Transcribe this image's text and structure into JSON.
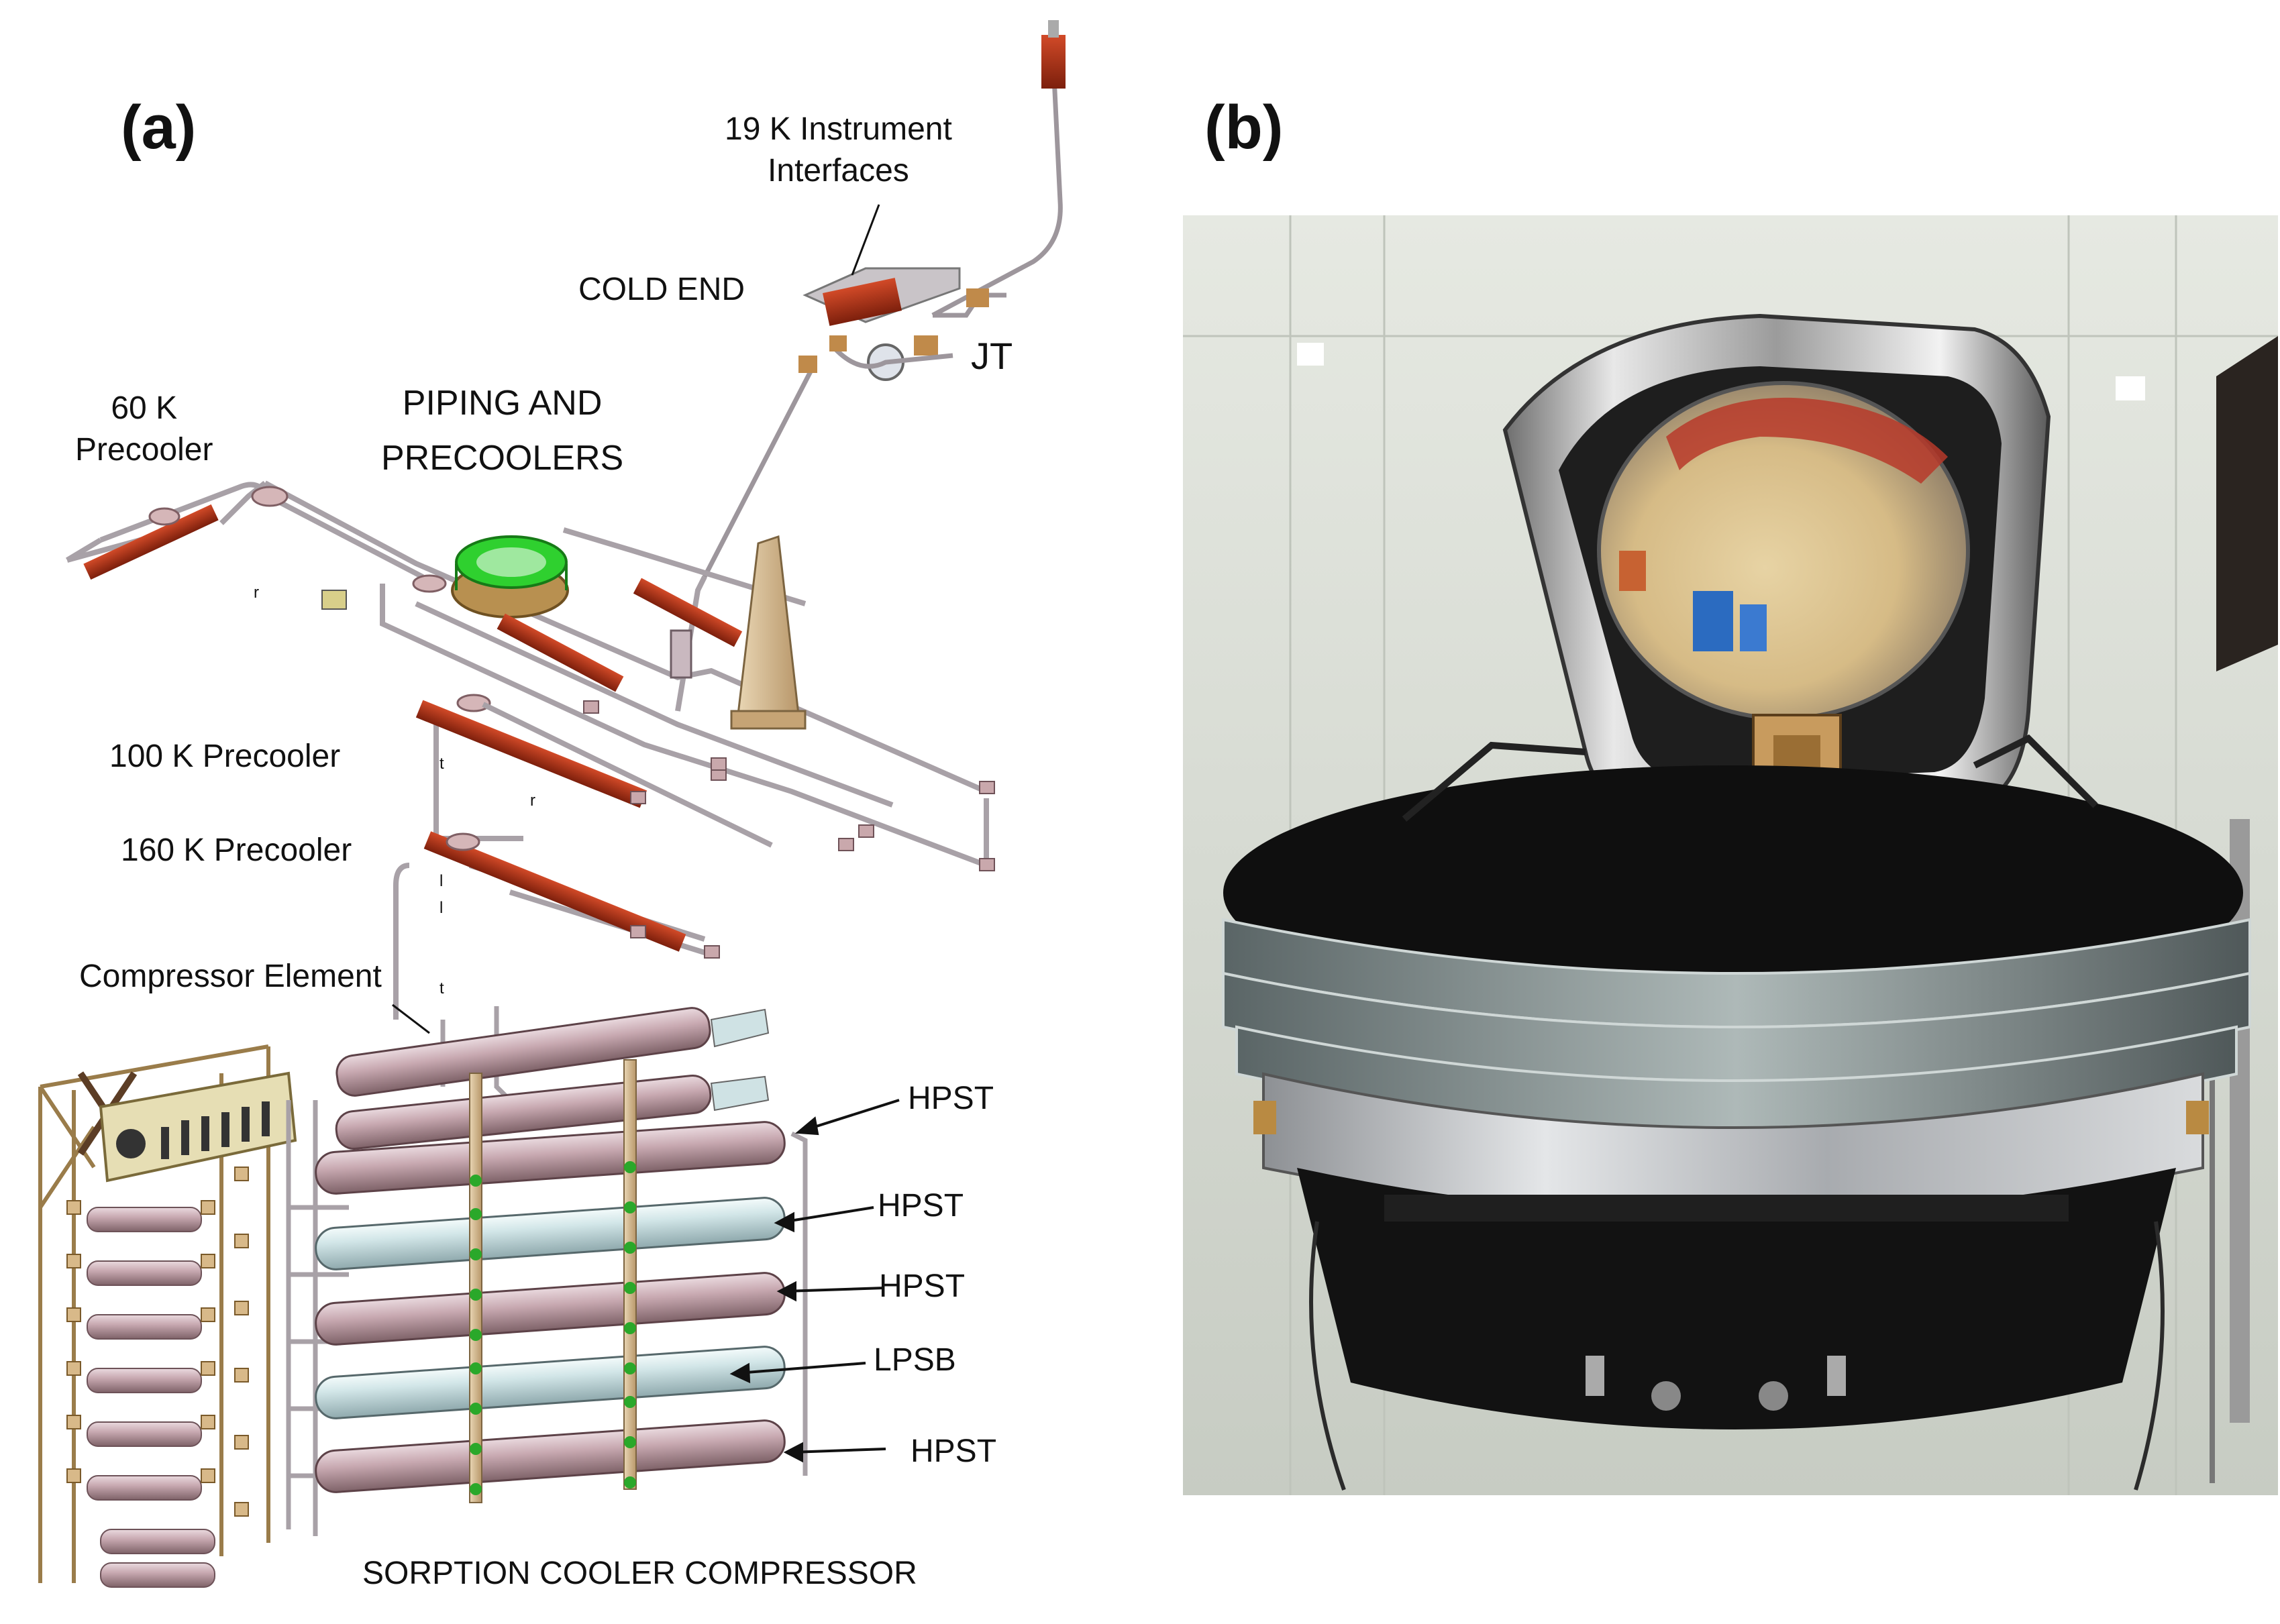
{
  "panels": {
    "a": {
      "letter": "(a)",
      "labels": {
        "instrument_interfaces": "19 K Instrument\nInterfaces",
        "cold_end": "COLD END",
        "jt": "JT",
        "precooler_60k": "60 K\nPrecooler",
        "piping_and_precoolers": "PIPING AND\nPRECOOLERS",
        "precooler_100k": "100 K Precooler",
        "precooler_160k": "160 K Precooler",
        "compressor_element": "Compressor Element",
        "hpst_1": "HPST",
        "hpst_2": "HPST",
        "hpst_3": "HPST",
        "lpsb": "LPSB",
        "hpst_4": "HPST",
        "sorption_cooler_compressor": "SORPTION COOLER COMPRESSOR"
      },
      "tiny_marks": [
        "r",
        "r",
        "t",
        "l",
        "l",
        "t"
      ]
    },
    "b": {
      "letter": "(b)"
    }
  },
  "colors": {
    "pipe": "#c9c4c8",
    "precooler_bar": "#b23a1c",
    "compressor_pink": "#d8bcc2",
    "compressor_teal": "#d6ecec",
    "bracket": "#c9a86a",
    "green_dot": "#2aa82a",
    "green_ring": "#2fd02f",
    "post": "#d9c09a",
    "spacecraft_black": "#101010",
    "mli_silver": "#c9ccd0",
    "room_wall": "#dfe3dc"
  }
}
